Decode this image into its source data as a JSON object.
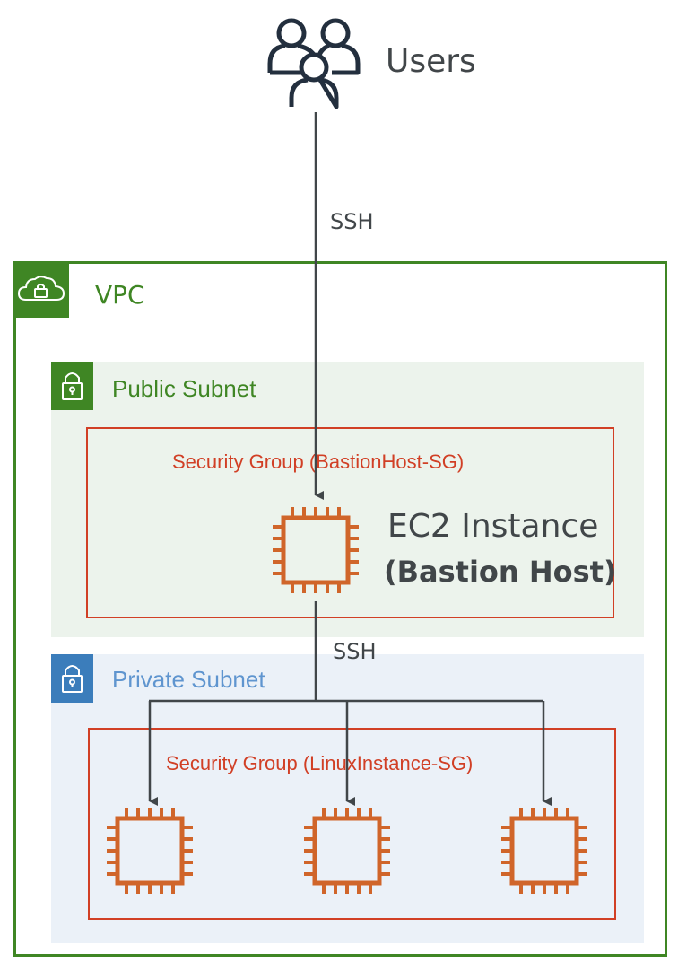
{
  "users": {
    "label": "Users",
    "icon": "users-icon"
  },
  "connections": [
    {
      "from": "users",
      "to": "bastion-host",
      "label": "SSH"
    },
    {
      "from": "bastion-host",
      "to": "private-instances",
      "label": "SSH"
    }
  ],
  "vpc": {
    "label": "VPC",
    "icon": "vpc-cloud-lock-icon",
    "color": "#3f8624"
  },
  "public_subnet": {
    "label": "Public Subnet",
    "icon": "lock-icon",
    "color": "#3f8624",
    "security_group": {
      "label": "Security Group (BastionHost-SG)",
      "color": "#d13f25"
    },
    "instance": {
      "title": "EC2 Instance",
      "subtitle": "(Bastion Host)",
      "icon": "ec2-chip-icon",
      "color": "#d0652a"
    }
  },
  "private_subnet": {
    "label": "Private Subnet",
    "icon": "lock-icon",
    "color": "#3b7dbb",
    "security_group": {
      "label": "Security Group (LinuxInstance-SG)",
      "color": "#d13f25"
    },
    "instances": [
      {
        "icon": "ec2-chip-icon"
      },
      {
        "icon": "ec2-chip-icon"
      },
      {
        "icon": "ec2-chip-icon"
      }
    ]
  }
}
